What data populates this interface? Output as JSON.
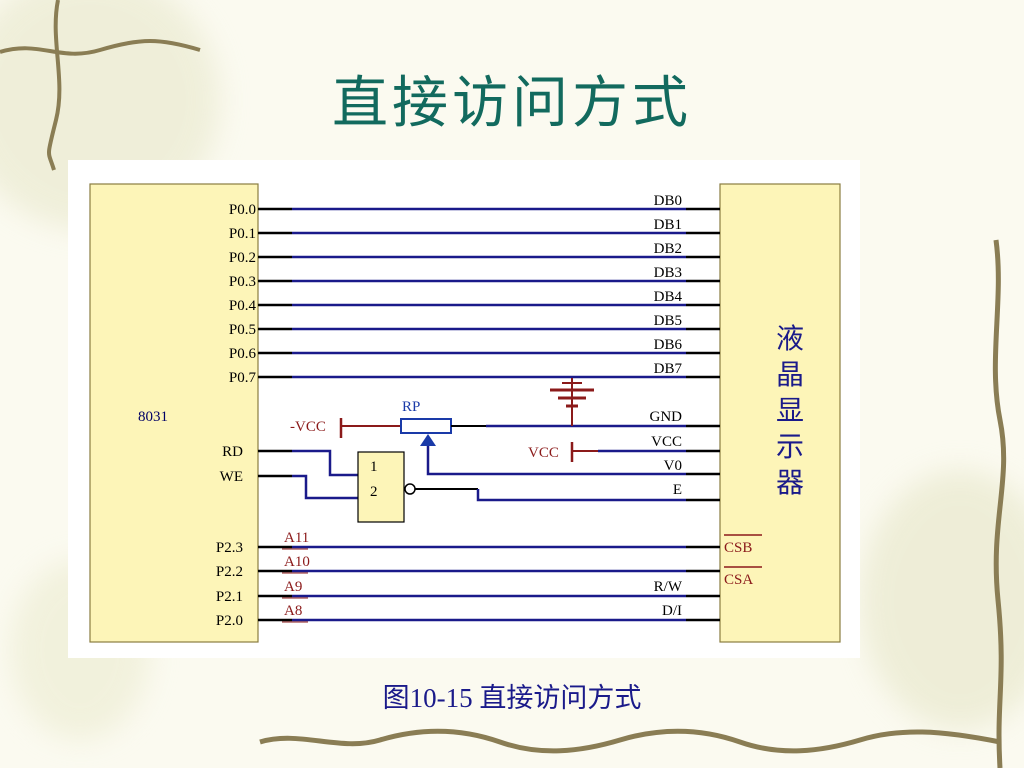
{
  "slide": {
    "title": "直接访问方式",
    "caption": "图10-15  直接访问方式"
  },
  "diagram": {
    "mcu": {
      "label": "8031",
      "port_pins": [
        "P0.0",
        "P0.1",
        "P0.2",
        "P0.3",
        "P0.4",
        "P0.5",
        "P0.6",
        "P0.7"
      ],
      "ctrl_pins": [
        "RD",
        "WE"
      ],
      "addr_pins": [
        "P2.3",
        "P2.2",
        "P2.1",
        "P2.0"
      ]
    },
    "lcd": {
      "label": "液晶显示器",
      "data_pins": [
        "DB0",
        "DB1",
        "DB2",
        "DB3",
        "DB4",
        "DB5",
        "DB6",
        "DB7"
      ],
      "power_pins": [
        "GND",
        "VCC",
        "V0",
        "E"
      ],
      "addr_pins": [
        "CSB",
        "CSA",
        "R/W",
        "D/I"
      ]
    },
    "addr_labels": [
      "A11",
      "A10",
      "A9",
      "A8"
    ],
    "gate_inputs": [
      "1",
      "2"
    ],
    "pot_label": "RP",
    "neg_vcc_label": "-VCC",
    "vcc_label": "VCC"
  },
  "colors": {
    "title": "#126a5e",
    "caption": "#1a1a8a",
    "box_fill": "#fdf5b8",
    "wire_blue": "#1a1a8a",
    "pin_black": "#000000",
    "red": "#8b1a1a",
    "pot_blue": "#1a3aa8"
  }
}
